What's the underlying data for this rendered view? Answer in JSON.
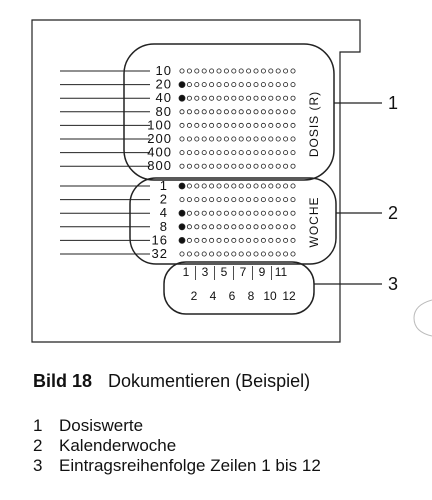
{
  "figure": {
    "dosis_label": "DOSIS (R)",
    "woche_label": "WOCHE",
    "dose_values": [
      "10",
      "20",
      "40",
      "80",
      "100",
      "200",
      "400",
      "800"
    ],
    "dose_marked_rows": [
      1,
      2
    ],
    "week_values": [
      "1",
      "2",
      "4",
      "8",
      "16",
      "32"
    ],
    "week_marked_rows": [
      0,
      2,
      3,
      4
    ],
    "sequence_odd": [
      "1",
      "3",
      "5",
      "7",
      "9",
      "11"
    ],
    "sequence_even": [
      "2",
      "4",
      "6",
      "8",
      "10",
      "12"
    ],
    "callouts": [
      "1",
      "2",
      "3"
    ]
  },
  "caption": {
    "label": "Bild 18",
    "title": "Dokumentieren (Beispiel)"
  },
  "legend": [
    {
      "num": "1",
      "text": "Dosiswerte"
    },
    {
      "num": "2",
      "text": "Kalenderwoche"
    },
    {
      "num": "3",
      "text": "Eintragsreihenfolge Zeilen 1 bis 12"
    }
  ]
}
